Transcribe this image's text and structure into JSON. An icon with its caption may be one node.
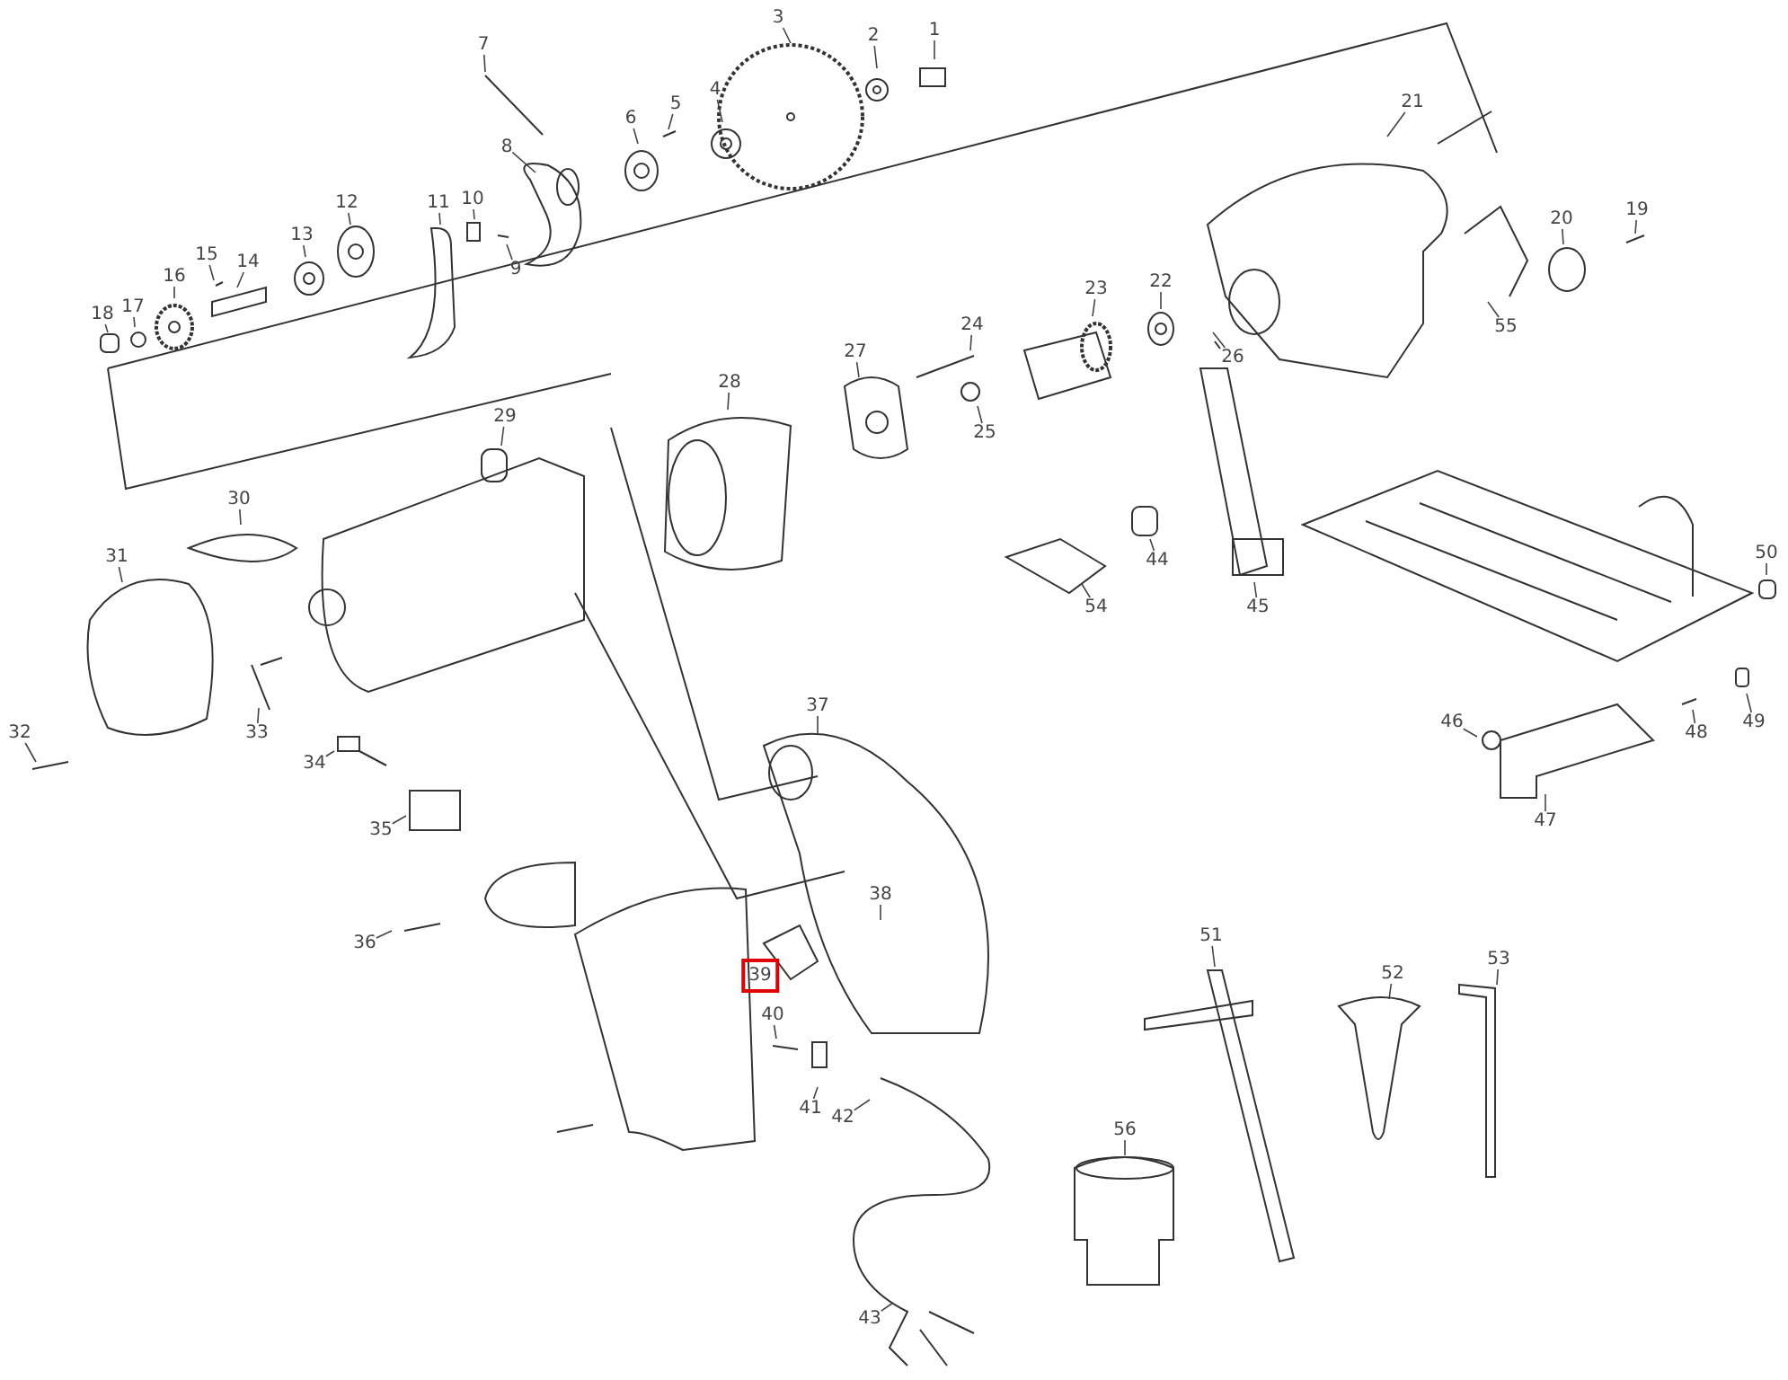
{
  "diagram": {
    "nodes": [
      {
        "text": [
          "1"
        ]
      },
      {
        "text": [
          "2"
        ]
      },
      {
        "text": [
          "3"
        ]
      },
      {
        "text": [
          "4"
        ]
      },
      {
        "text": [
          "5"
        ]
      },
      {
        "text": [
          "6"
        ]
      },
      {
        "text": [
          "7"
        ]
      },
      {
        "text": [
          "8"
        ]
      },
      {
        "text": [
          "9"
        ]
      },
      {
        "text": [
          "10"
        ]
      },
      {
        "text": [
          "11"
        ]
      },
      {
        "text": [
          "12"
        ]
      },
      {
        "text": [
          "13"
        ]
      },
      {
        "text": [
          "14"
        ]
      },
      {
        "text": [
          "15"
        ]
      },
      {
        "text": [
          "16"
        ]
      },
      {
        "text": [
          "17"
        ]
      },
      {
        "text": [
          "18"
        ]
      },
      {
        "text": [
          "19"
        ]
      },
      {
        "text": [
          "20"
        ]
      },
      {
        "text": [
          "21"
        ]
      },
      {
        "text": [
          "22"
        ]
      },
      {
        "text": [
          "23"
        ]
      },
      {
        "text": [
          "24"
        ]
      },
      {
        "text": [
          "25"
        ]
      },
      {
        "text": [
          "26"
        ]
      },
      {
        "text": [
          "27"
        ]
      },
      {
        "text": [
          "28"
        ]
      },
      {
        "text": [
          "29"
        ]
      },
      {
        "text": [
          "30"
        ]
      },
      {
        "text": [
          "31"
        ]
      },
      {
        "text": [
          "32"
        ]
      },
      {
        "text": [
          "33"
        ]
      },
      {
        "text": [
          "34"
        ]
      },
      {
        "text": [
          "35"
        ]
      },
      {
        "text": [
          "36"
        ]
      },
      {
        "text": [
          "37"
        ]
      },
      {
        "text": [
          "38"
        ]
      },
      {
        "text": [
          "39"
        ]
      },
      {
        "text": [
          "40"
        ]
      },
      {
        "text": [
          "41"
        ]
      },
      {
        "text": [
          "42"
        ]
      },
      {
        "text": [
          "43"
        ]
      },
      {
        "text": [
          "44"
        ]
      },
      {
        "text": [
          "45"
        ]
      },
      {
        "text": [
          "46"
        ]
      },
      {
        "text": [
          "47"
        ]
      },
      {
        "text": [
          "48"
        ]
      },
      {
        "text": [
          "49"
        ]
      },
      {
        "text": [
          "50"
        ]
      },
      {
        "text": [
          "51"
        ]
      },
      {
        "text": [
          "52"
        ]
      },
      {
        "text": [
          "53"
        ]
      },
      {
        "text": [
          "54"
        ]
      },
      {
        "text": [
          "55"
        ]
      },
      {
        "text": [
          "56"
        ]
      }
    ],
    "edges": [
      {
        "from": 0,
        "to": null,
        "arrow": "none"
      },
      {
        "from": 1,
        "to": null,
        "arrow": "none"
      },
      {
        "from": 2,
        "to": null,
        "arrow": "none"
      },
      {
        "from": 3,
        "to": null,
        "arrow": "none"
      },
      {
        "from": 4,
        "to": null,
        "arrow": "none"
      },
      {
        "from": 5,
        "to": null,
        "arrow": "none"
      },
      {
        "from": 6,
        "to": null,
        "arrow": "none"
      },
      {
        "from": 7,
        "to": null,
        "arrow": "none"
      },
      {
        "from": 8,
        "to": null,
        "arrow": "none"
      },
      {
        "from": 9,
        "to": null,
        "arrow": "none"
      },
      {
        "from": 10,
        "to": null,
        "arrow": "none"
      },
      {
        "from": 11,
        "to": null,
        "arrow": "none"
      },
      {
        "from": 12,
        "to": null,
        "arrow": "none"
      },
      {
        "from": 13,
        "to": null,
        "arrow": "none"
      },
      {
        "from": 14,
        "to": null,
        "arrow": "none"
      },
      {
        "from": 15,
        "to": null,
        "arrow": "none"
      },
      {
        "from": 16,
        "to": null,
        "arrow": "none"
      },
      {
        "from": 17,
        "to": null,
        "arrow": "none"
      },
      {
        "from": 18,
        "to": null,
        "arrow": "none"
      },
      {
        "from": 19,
        "to": null,
        "arrow": "none"
      },
      {
        "from": 20,
        "to": null,
        "arrow": "none"
      },
      {
        "from": 21,
        "to": null,
        "arrow": "none"
      },
      {
        "from": 22,
        "to": null,
        "arrow": "none"
      },
      {
        "from": 23,
        "to": null,
        "arrow": "none"
      },
      {
        "from": 24,
        "to": null,
        "arrow": "none"
      },
      {
        "from": 25,
        "to": null,
        "arrow": "none"
      },
      {
        "from": 26,
        "to": null,
        "arrow": "none"
      },
      {
        "from": 27,
        "to": null,
        "arrow": "none"
      },
      {
        "from": 28,
        "to": null,
        "arrow": "none"
      },
      {
        "from": 29,
        "to": null,
        "arrow": "none"
      },
      {
        "from": 30,
        "to": null,
        "arrow": "none"
      },
      {
        "from": 31,
        "to": null,
        "arrow": "none"
      },
      {
        "from": 32,
        "to": null,
        "arrow": "none"
      },
      {
        "from": 33,
        "to": null,
        "arrow": "none"
      },
      {
        "from": 34,
        "to": null,
        "arrow": "none"
      },
      {
        "from": 35,
        "to": null,
        "arrow": "none"
      },
      {
        "from": 36,
        "to": null,
        "arrow": "none"
      },
      {
        "from": 37,
        "to": null,
        "arrow": "none"
      },
      {
        "from": 39,
        "to": null,
        "arrow": "none"
      },
      {
        "from": 40,
        "to": null,
        "arrow": "none"
      },
      {
        "from": 41,
        "to": null,
        "arrow": "none"
      },
      {
        "from": 42,
        "to": null,
        "arrow": "none"
      },
      {
        "from": 43,
        "to": null,
        "arrow": "none"
      },
      {
        "from": 44,
        "to": null,
        "arrow": "none"
      },
      {
        "from": 45,
        "to": null,
        "arrow": "none"
      },
      {
        "from": 46,
        "to": null,
        "arrow": "none"
      },
      {
        "from": 47,
        "to": null,
        "arrow": "none"
      },
      {
        "from": 48,
        "to": null,
        "arrow": "none"
      },
      {
        "from": 49,
        "to": null,
        "arrow": "none"
      },
      {
        "from": 50,
        "to": null,
        "arrow": "none"
      },
      {
        "from": 51,
        "to": null,
        "arrow": "none"
      },
      {
        "from": 52,
        "to": null,
        "arrow": "none"
      },
      {
        "from": 53,
        "to": null,
        "arrow": "none"
      },
      {
        "from": 54,
        "to": null,
        "arrow": "none"
      },
      {
        "from": 55,
        "to": null,
        "arrow": "none"
      }
    ]
  }
}
